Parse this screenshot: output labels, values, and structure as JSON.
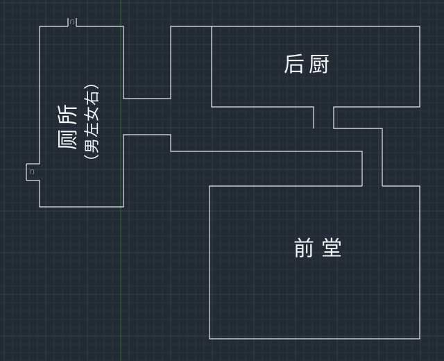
{
  "rooms": {
    "kitchen": {
      "label": "后厨"
    },
    "front_hall": {
      "label": "前堂"
    },
    "toilet": {
      "label": "厕所",
      "note": "（男左女右）"
    }
  },
  "door_markers": [
    {
      "text": "门"
    },
    {
      "text": "门"
    }
  ],
  "colors": {
    "background": "#222a33",
    "grid_minor": "#2c3540",
    "grid_major": "#35404c",
    "wall": "#e6e9ec",
    "y_axis": "#2f6b36"
  }
}
